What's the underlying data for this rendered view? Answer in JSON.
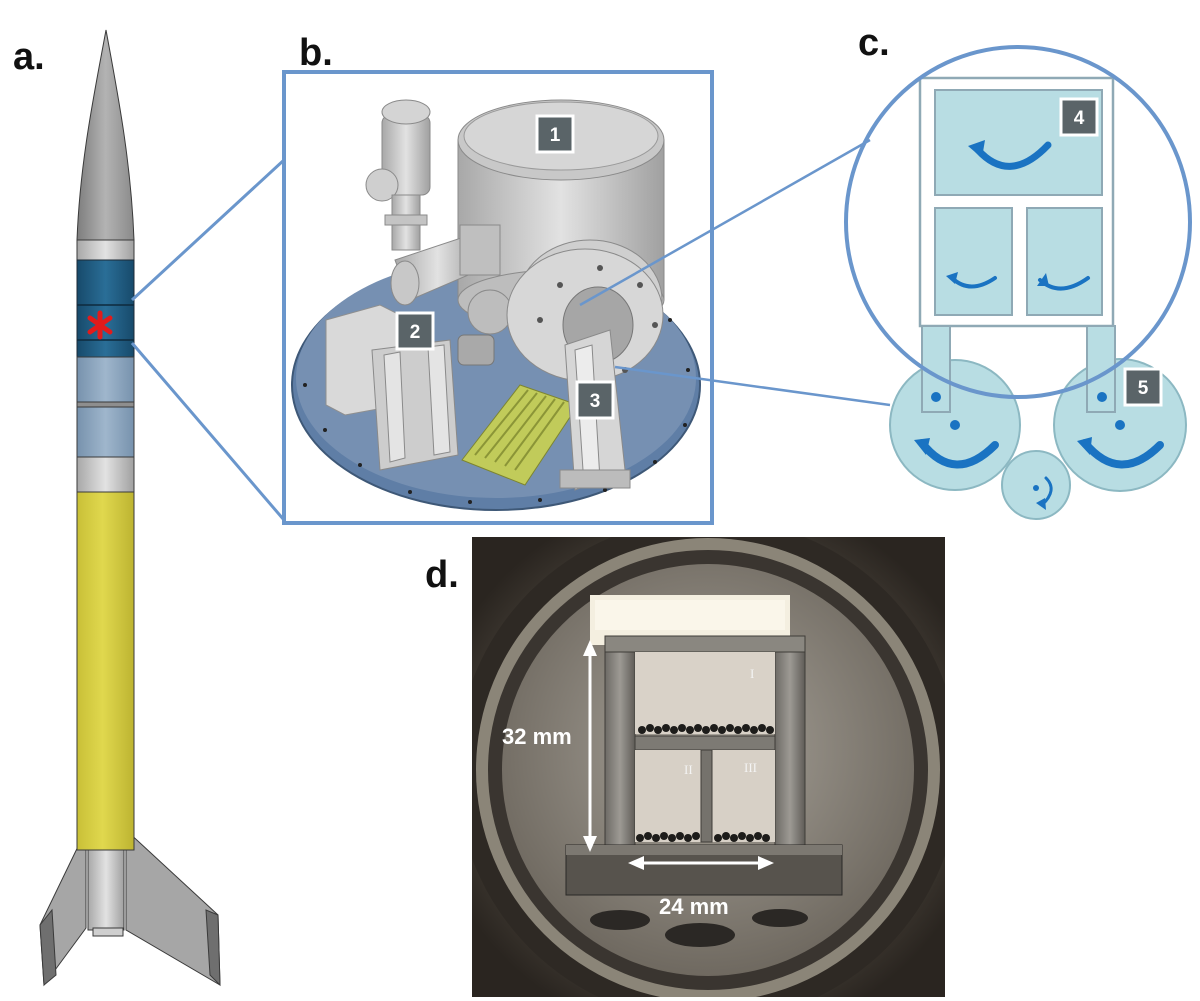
{
  "panels": {
    "a": {
      "letter": "a."
    },
    "b": {
      "letter": "b.",
      "callouts": [
        "1",
        "2",
        "3"
      ]
    },
    "c": {
      "letter": "c.",
      "callouts": [
        "4",
        "5"
      ]
    },
    "d": {
      "letter": "d.",
      "height_label": "32 mm",
      "width_label": "24 mm",
      "compartments": [
        "I",
        "II",
        "III"
      ]
    }
  },
  "colors": {
    "frame_blue": "#6a96cc",
    "rocket_yellow": "#d8cf45",
    "rocket_band_blue": "#1f5f86",
    "rocket_band_light": "#8aa6c2",
    "rocket_grey": "#9a9a9a",
    "marker_red": "#e21b1b",
    "cell_fill": "#b8dde3",
    "arrow_blue": "#1a73c2",
    "badge_grey": "#5a6468"
  }
}
